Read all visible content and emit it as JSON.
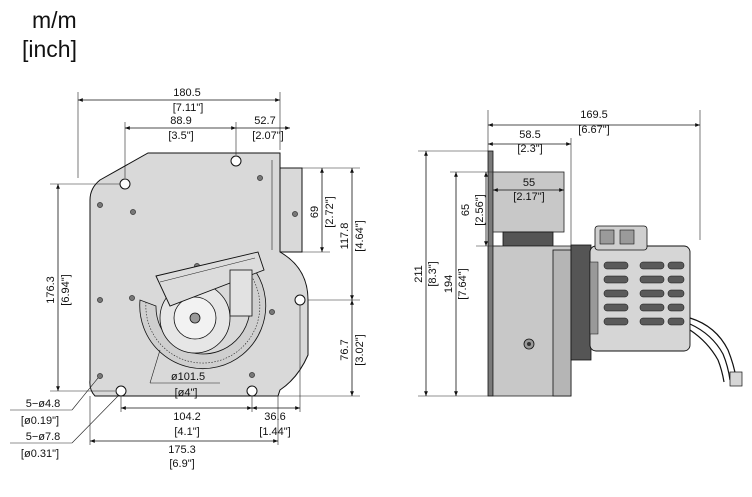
{
  "units": {
    "primary": "m/m",
    "secondary": "[inch]"
  },
  "front_view": {
    "overall_width": {
      "mm": "180.5",
      "inch": "[7.11\"]"
    },
    "hole_offset": {
      "mm": "88.9",
      "inch": "[3.5\"]"
    },
    "outlet_width": {
      "mm": "52.7",
      "inch": "[2.07\"]"
    },
    "outlet_height": {
      "mm": "69",
      "inch": "[2.72\"]"
    },
    "outlet_total": {
      "mm": "117.8",
      "inch": "[4.64\"]"
    },
    "height_left": {
      "mm": "176.3",
      "inch": "[6.94\"]"
    },
    "hole_height": {
      "mm": "76.7",
      "inch": "[3.02\"]"
    },
    "inlet_dia": {
      "mm": "ø101.5",
      "inch": "[ø4\"]"
    },
    "hole_small": {
      "mm": "5−ø4.8",
      "inch": "[ø0.19\"]"
    },
    "hole_large": {
      "mm": "5−ø7.8",
      "inch": "[ø0.31\"]"
    },
    "bottom_holes": {
      "mm": "104.2",
      "inch": "[4.1\"]"
    },
    "bottom_right": {
      "mm": "36.6",
      "inch": "[1.44\"]"
    },
    "bottom_width": {
      "mm": "175.3",
      "inch": "[6.9\"]"
    }
  },
  "side_view": {
    "overall_depth": {
      "mm": "169.5",
      "inch": "[6.67\"]"
    },
    "flange_depth": {
      "mm": "58.5",
      "inch": "[2.3\"]"
    },
    "outlet_depth": {
      "mm": "55",
      "inch": "[2.17\"]"
    },
    "outlet_height": {
      "mm": "65",
      "inch": "[2.56\"]"
    },
    "total_height": {
      "mm": "211",
      "inch": "[8.3\"]"
    },
    "body_height": {
      "mm": "194",
      "inch": "[7.64\"]"
    }
  }
}
